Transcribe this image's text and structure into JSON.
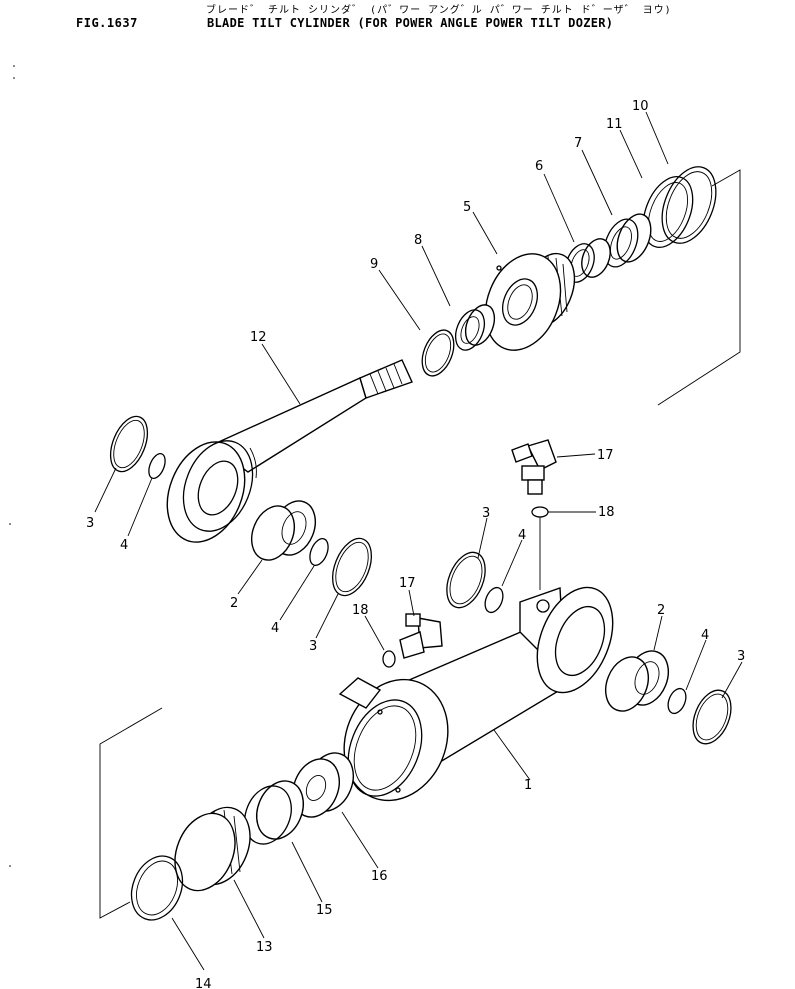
{
  "header": {
    "fig_no": "FIG.1637",
    "title_jp": "ブレード゛ チルト シリンダ゛ (パ゛ワー アング゛ル パ゛ワー チルト ド゛ーザ゛ ヨウ)",
    "title_en": "BLADE TILT CYLINDER (FOR POWER ANGLE POWER TILT DOZER)"
  },
  "callouts": [
    {
      "id": "c1",
      "label": "1"
    },
    {
      "id": "c2a",
      "label": "2"
    },
    {
      "id": "c2b",
      "label": "2"
    },
    {
      "id": "c3a",
      "label": "3"
    },
    {
      "id": "c3b",
      "label": "3"
    },
    {
      "id": "c3c",
      "label": "3"
    },
    {
      "id": "c3d",
      "label": "3"
    },
    {
      "id": "c4a",
      "label": "4"
    },
    {
      "id": "c4b",
      "label": "4"
    },
    {
      "id": "c4c",
      "label": "4"
    },
    {
      "id": "c4d",
      "label": "4"
    },
    {
      "id": "c5",
      "label": "5"
    },
    {
      "id": "c6",
      "label": "6"
    },
    {
      "id": "c7",
      "label": "7"
    },
    {
      "id": "c8",
      "label": "8"
    },
    {
      "id": "c9",
      "label": "9"
    },
    {
      "id": "c10",
      "label": "10"
    },
    {
      "id": "c11",
      "label": "11"
    },
    {
      "id": "c12",
      "label": "12"
    },
    {
      "id": "c13",
      "label": "13"
    },
    {
      "id": "c14",
      "label": "14"
    },
    {
      "id": "c15",
      "label": "15"
    },
    {
      "id": "c16",
      "label": "16"
    },
    {
      "id": "c17a",
      "label": "17"
    },
    {
      "id": "c17b",
      "label": "17"
    },
    {
      "id": "c18a",
      "label": "18"
    },
    {
      "id": "c18b",
      "label": "18"
    }
  ]
}
